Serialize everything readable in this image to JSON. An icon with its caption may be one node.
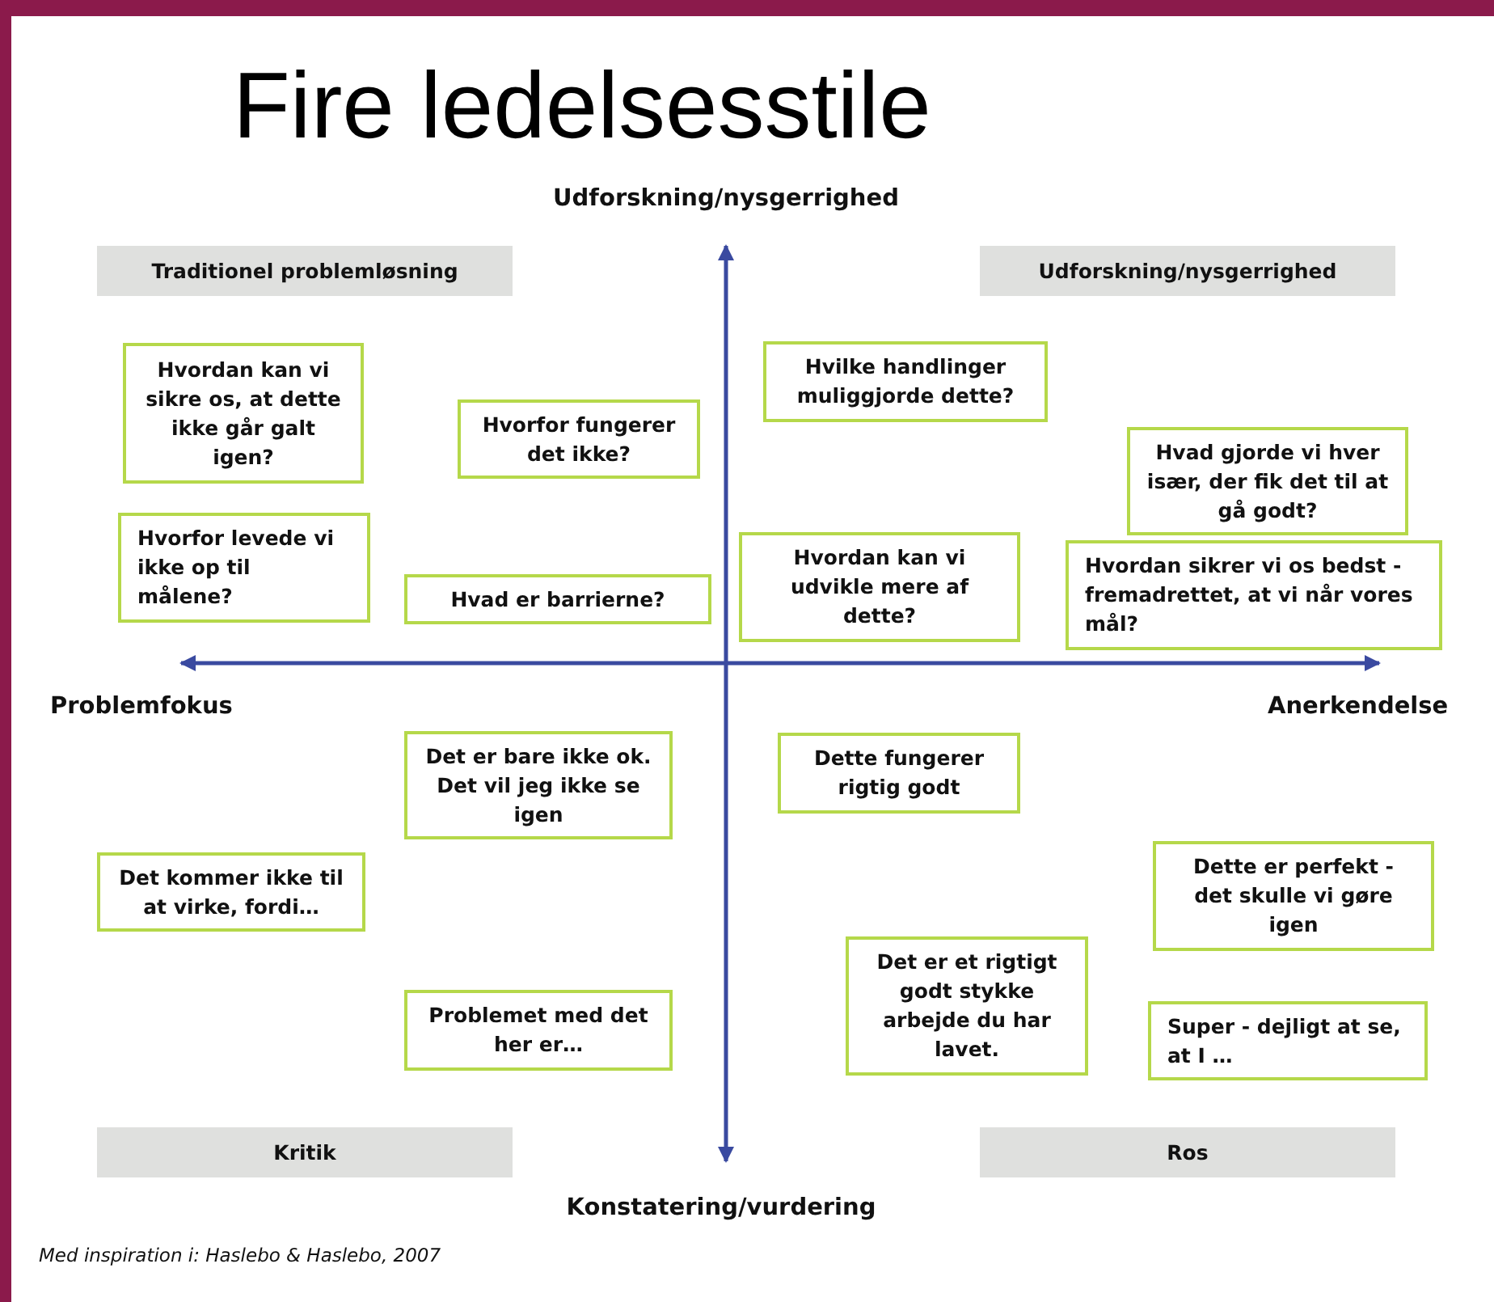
{
  "diagram": {
    "title": "Fire ledelsesstile",
    "caption": "Med inspiration i: Haslebo & Haslebo, 2007",
    "nodes": [
      {
        "text": [
          "Traditionel problemløsning"
        ]
      },
      {
        "text": [
          "Udforskning/nysgerrighed"
        ]
      },
      {
        "text": [
          "Hvordan kan vi sikre os, at dette ikke går galt igen?"
        ]
      },
      {
        "text": [
          "Hvorfor fungerer det ikke?"
        ]
      },
      {
        "text": [
          "Hvilke handlinger muliggjorde dette?"
        ]
      },
      {
        "text": [
          "Hvad gjorde vi hver især, der fik det til at gå godt?"
        ]
      },
      {
        "text": [
          "Hvorfor levede vi ikke op til målene?"
        ]
      },
      {
        "text": [
          "Hvordan kan vi udvikle mere af dette?"
        ]
      },
      {
        "text": [
          "Hvad er barrierne?"
        ]
      },
      {
        "text": [
          "Hvordan sikrer vi os bedst - fremadrettet, at vi når vores mål?"
        ]
      },
      {
        "text": [
          "Det er bare ikke ok. Det vil jeg ikke se igen"
        ]
      },
      {
        "text": [
          "Dette fungerer rigtig godt"
        ]
      },
      {
        "text": [
          "Det kommer ikke til at virke, fordi…"
        ]
      },
      {
        "text": [
          "Dette er perfekt - det skulle vi gøre igen"
        ]
      },
      {
        "text": [
          "Det er et rigtigt godt stykke arbejde du har lavet."
        ]
      },
      {
        "text": [
          "Problemet med det her er…"
        ]
      },
      {
        "text": [
          "Super - dejligt at se, at I …"
        ]
      },
      {
        "text": [
          "Kritik"
        ]
      },
      {
        "text": [
          "Ros"
        ]
      }
    ],
    "labels": [
      "Udforskning/nysgerrighed",
      "Problemfokus",
      "Anerkendelse",
      "Konstatering/vurdering"
    ]
  }
}
